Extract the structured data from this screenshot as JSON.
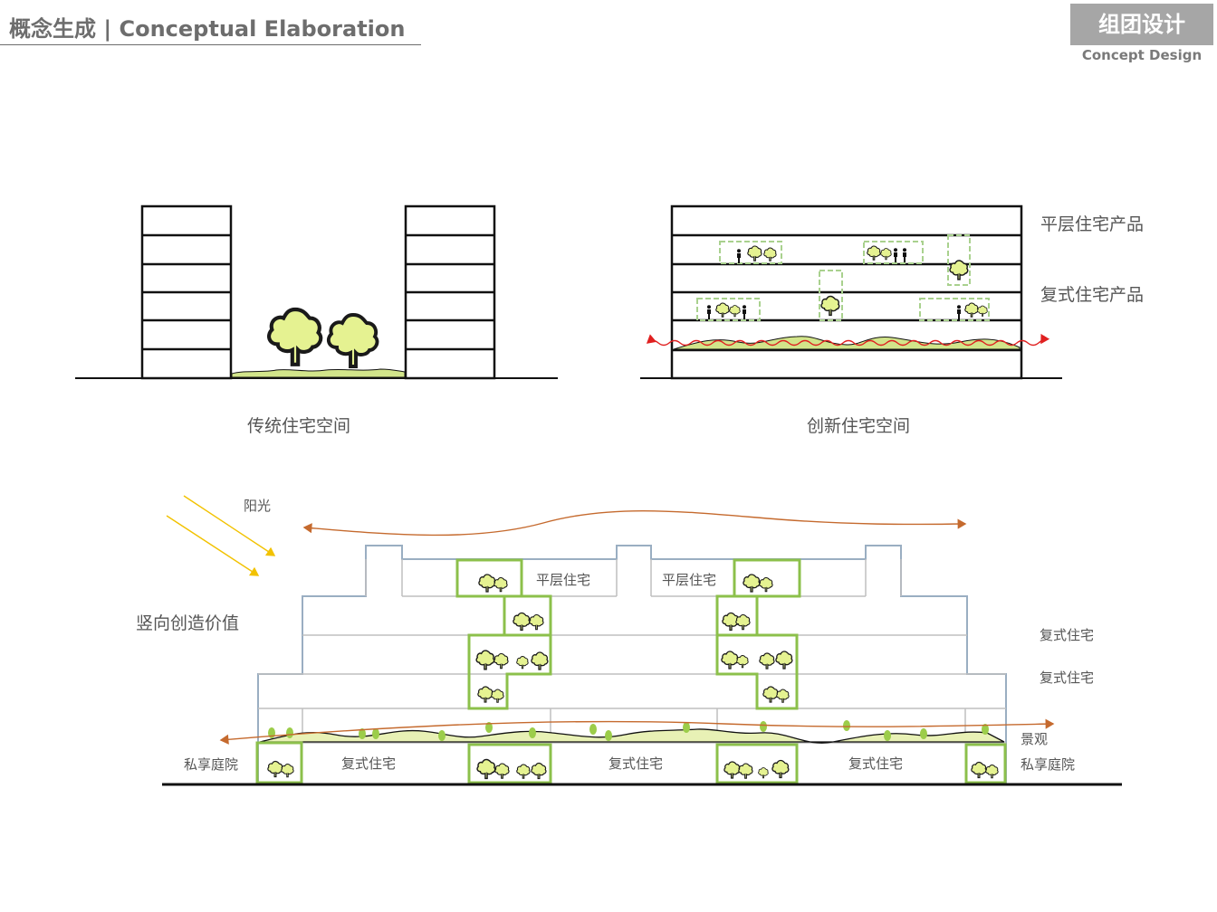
{
  "header": {
    "title": "概念生成 | Conceptual Elaboration",
    "badge_title": "组团设计",
    "badge_subtitle": "Concept Design"
  },
  "colors": {
    "tree_fill": "#e5f291",
    "tree_stroke": "#1a1a1a",
    "green_frame": "#8cc04b",
    "dash_frame": "#a9d18e",
    "building_outline": "#9aaec2",
    "arrow_brown": "#c56a2e",
    "sun_ray": "#f2c200",
    "wind_red": "#e02020",
    "ground": "#111111"
  },
  "top_left": {
    "caption": "传统住宅空间"
  },
  "top_right": {
    "caption": "创新住宅空间",
    "label_flat": "平层住宅产品",
    "label_duplex": "复式住宅产品"
  },
  "section": {
    "sunlight": "阳光",
    "vertical_value": "竖向创造价值",
    "roof_flat_1": "平层住宅",
    "roof_flat_2": "平层住宅",
    "right_duplex_1": "复式住宅",
    "right_duplex_2": "复式住宅",
    "landscape": "景观",
    "private_left": "私享庭院",
    "private_right": "私享庭院",
    "ground_duplex_1": "复式住宅",
    "ground_duplex_2": "复式住宅",
    "ground_duplex_3": "复式住宅"
  }
}
